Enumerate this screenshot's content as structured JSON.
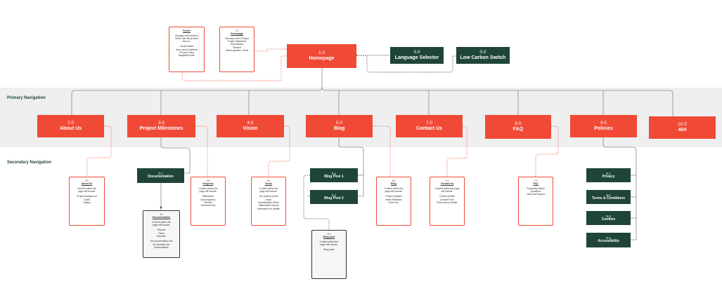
{
  "sections": {
    "primary_label": "Primary Navigation",
    "secondary_label": "Secondary Navigation"
  },
  "colors": {
    "red": "#f04a36",
    "green": "#1f4536",
    "band": "#efefef",
    "line": "#888888"
  },
  "top": {
    "home": {
      "num": "1.0",
      "title": "Homepage"
    },
    "language": {
      "num": "0.0",
      "title": "Language Selector"
    },
    "lowcarbon": {
      "num": "0.0",
      "title": "Low Carbon Switch"
    }
  },
  "primary": [
    {
      "num": "2.0",
      "title": "About Us"
    },
    {
      "num": "3.0",
      "title": "Project Milestones"
    },
    {
      "num": "4.0",
      "title": "Vision"
    },
    {
      "num": "5.0",
      "title": "Blog"
    },
    {
      "num": "7.0",
      "title": "Contact Us"
    },
    {
      "num": "8.0",
      "title": "FAQ"
    },
    {
      "num": "9.0",
      "title": "Policies"
    },
    {
      "num": "10.0",
      "title": "404"
    }
  ],
  "secondary": {
    "documentation": {
      "num": "3.1",
      "title": "Documentation"
    },
    "blogpost1": {
      "num": "5.1",
      "title": "Blog Post 1"
    },
    "blogpost2": {
      "num": "5.1",
      "title": "Blog Post 2"
    },
    "privacy": {
      "num": "9.1",
      "title": "Privacy"
    },
    "terms": {
      "num": "9.2",
      "title": "Terms & Conditions"
    },
    "cookies": {
      "num": "9.3",
      "title": "Cookies"
    },
    "accessibility": {
      "num": "9.4",
      "title": "Accessibility"
    }
  },
  "notes": {
    "footer": {
      "num": "",
      "title": "Footer",
      "lines": [
        "All pages will include a",
        "footer that will provide",
        "links to:",
        "",
        "Social media",
        "Sync card Conditions",
        "Privacy Policy",
        "Navigation links"
      ]
    },
    "homepage": {
      "num": "1.0",
      "title": "Homepage",
      "lines": [
        "Overview of the Project",
        "Project Objectives",
        "Key features",
        "Timeline",
        "Latest updates / News"
      ]
    },
    "about": {
      "num": "2.0",
      "title": "About Us",
      "lines": [
        "Content within this",
        "page will include:",
        "",
        "Project background",
        "Goals",
        "Gallery"
      ]
    },
    "progress": {
      "num": "3.0",
      "title": "Progress",
      "lines": [
        "Content within this",
        "page will include:",
        "",
        "Milestones",
        "(live progress)",
        "Timeline",
        "Achievements"
      ]
    },
    "vision": {
      "num": "4.0",
      "title": "Vision",
      "lines": [
        "Content within this",
        "page will include:",
        "",
        "The projects future",
        "vision",
        "Sustainability efforts",
        "Stakeholder reports",
        "Information on wildlife"
      ]
    },
    "documentation": {
      "num": "3.1",
      "title": "Documentation",
      "lines": [
        "Content within this",
        "page will include:",
        "",
        "Reports",
        "Plans",
        "Manuals",
        "",
        "All documentation will",
        "be viewable and",
        "downloadable"
      ]
    },
    "blog": {
      "num": "5.0",
      "title": "Blog",
      "lines": [
        "Content within this",
        "page will include:",
        "",
        "Project Updates",
        "News Releases",
        "Event etc."
      ]
    },
    "blogpost": {
      "num": "5.1",
      "title": "Blog post",
      "lines": [
        "Content within this",
        "page will include:",
        "",
        "Blog posts"
      ]
    },
    "contact": {
      "num": "7.0",
      "title": "Contact Us",
      "lines": [
        "Content within this page",
        "will include:",
        "",
        "Contact details",
        "Contact Form",
        "Press Query Details"
      ]
    },
    "faq": {
      "num": "7.0",
      "title": "FAQ",
      "lines": [
        "Frequently Asked",
        "Questions",
        "Help and Support"
      ]
    }
  }
}
